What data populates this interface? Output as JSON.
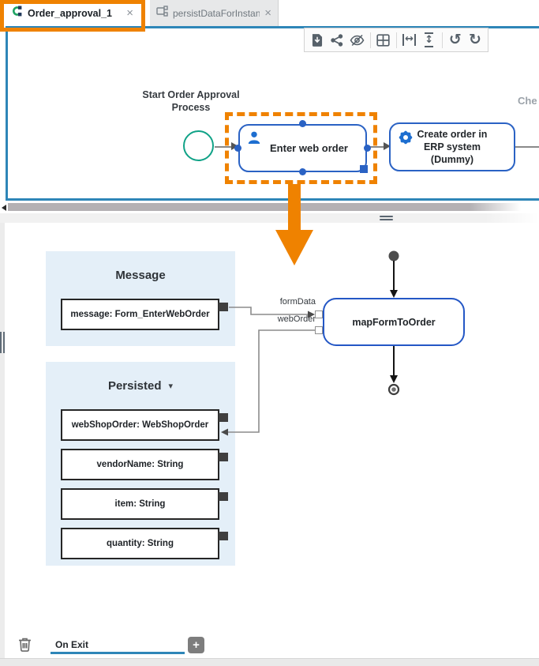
{
  "tabs": {
    "tab1": {
      "label": "Order_approval_1",
      "close": "×"
    },
    "tab2": {
      "label": "persistDataForInstan…",
      "close": "×"
    }
  },
  "toolbar": {
    "icons": [
      "export-file",
      "share",
      "hide-preview",
      "grid-layout",
      "fit-width",
      "fit-height",
      "undo",
      "redo"
    ],
    "glyphs": {
      "fit_width": "↔",
      "fit_height": "↕",
      "undo": "↺",
      "redo": "↻"
    }
  },
  "process": {
    "start_label": "Start Order Approval Process",
    "task_user": "Enter web order",
    "task_service_lines": [
      "Create order in",
      "ERP system",
      "(Dummy)"
    ],
    "truncated_label": "Che"
  },
  "mapping": {
    "message_panel": {
      "title": "Message",
      "fields": [
        "message: Form_EnterWebOrder"
      ]
    },
    "persisted_panel": {
      "title": "Persisted",
      "dropdown_icon": "▾",
      "fields": [
        "webShopOrder: WebShopOrder",
        "vendorName: String",
        "item: String",
        "quantity: String"
      ]
    },
    "node_label": "mapFormToOrder",
    "port_labels": [
      "formData",
      "webOrder"
    ]
  },
  "footer": {
    "tab_label": "On Exit",
    "plus": "+"
  },
  "colors": {
    "annotation_orange": "#ef8200",
    "canvas_border_blue": "#2e86b8",
    "node_blue": "#2457c5",
    "task_icon_blue": "#1d6ed0",
    "start_event_green": "#10a287",
    "panel_light_blue": "#e4eff8"
  }
}
